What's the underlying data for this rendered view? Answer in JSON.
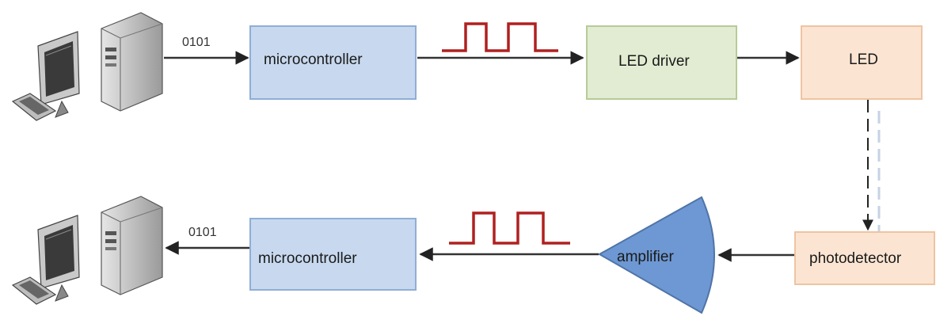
{
  "colors": {
    "micro_fill": "#c8d9ef",
    "micro_stroke": "#8eaed6",
    "driver_fill": "#e2ecd2",
    "driver_stroke": "#b6cb97",
    "led_fill": "#fbe5d2",
    "led_stroke": "#eec4a2",
    "amp_fill": "#6d98d3",
    "amp_stroke": "#4f74a8",
    "pulse": "#b02020",
    "line": "#333333"
  },
  "icons": {
    "tx_computer": "computer-icon",
    "rx_computer": "computer-icon",
    "tx_pulse": "square-pulse-icon",
    "rx_pulse": "square-pulse-icon"
  },
  "transmitter": {
    "data_bits": "0101",
    "microcontroller": "microcontroller",
    "led_driver": "LED driver",
    "led": "LED"
  },
  "receiver": {
    "photodetector": "photodetector",
    "amplifier": "amplifier",
    "microcontroller": "microcontroller",
    "data_bits": "0101"
  }
}
